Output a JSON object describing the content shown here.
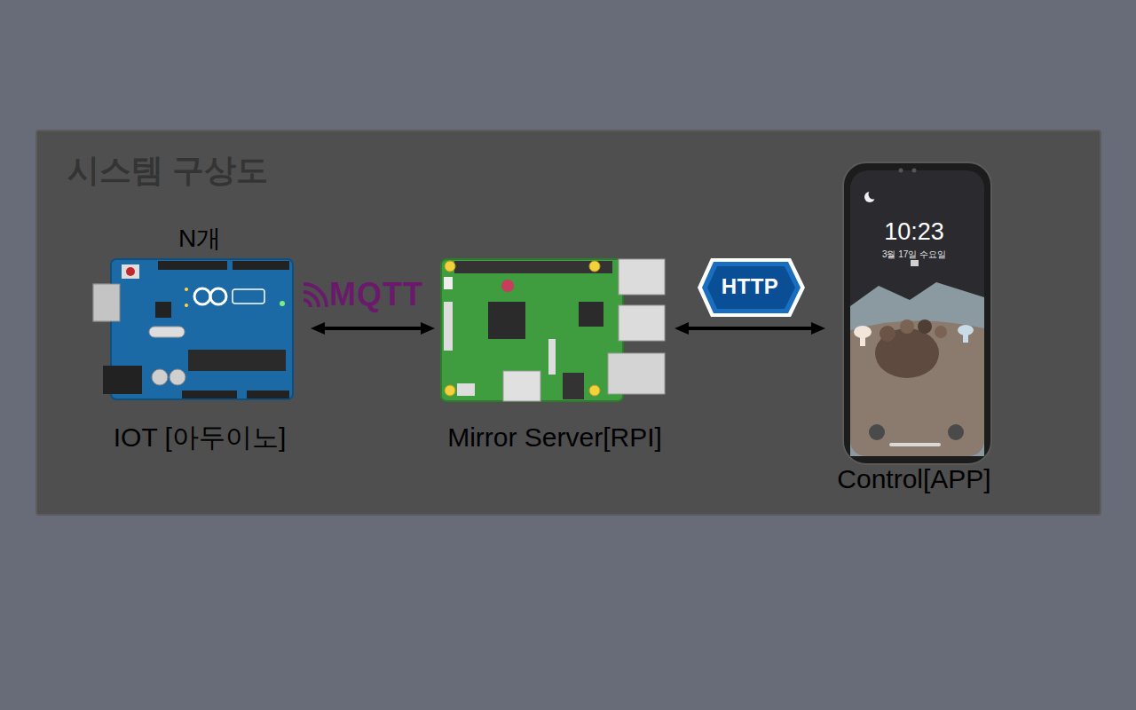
{
  "diagram": {
    "title": "시스템 구상도",
    "nodes": [
      {
        "text": [
          "N개",
          "IOT [아두이노]"
        ]
      },
      {
        "text": [
          "Mirror Server[RPI]"
        ]
      },
      {
        "text": [
          "10:23",
          "3월 17일 수요일",
          "Control[APP]"
        ]
      }
    ],
    "edges": [
      {
        "from": 0,
        "to": 1,
        "arrow": "both",
        "label": "MQTT"
      },
      {
        "from": 1,
        "to": 2,
        "arrow": "both",
        "label": "HTTP"
      }
    ]
  }
}
